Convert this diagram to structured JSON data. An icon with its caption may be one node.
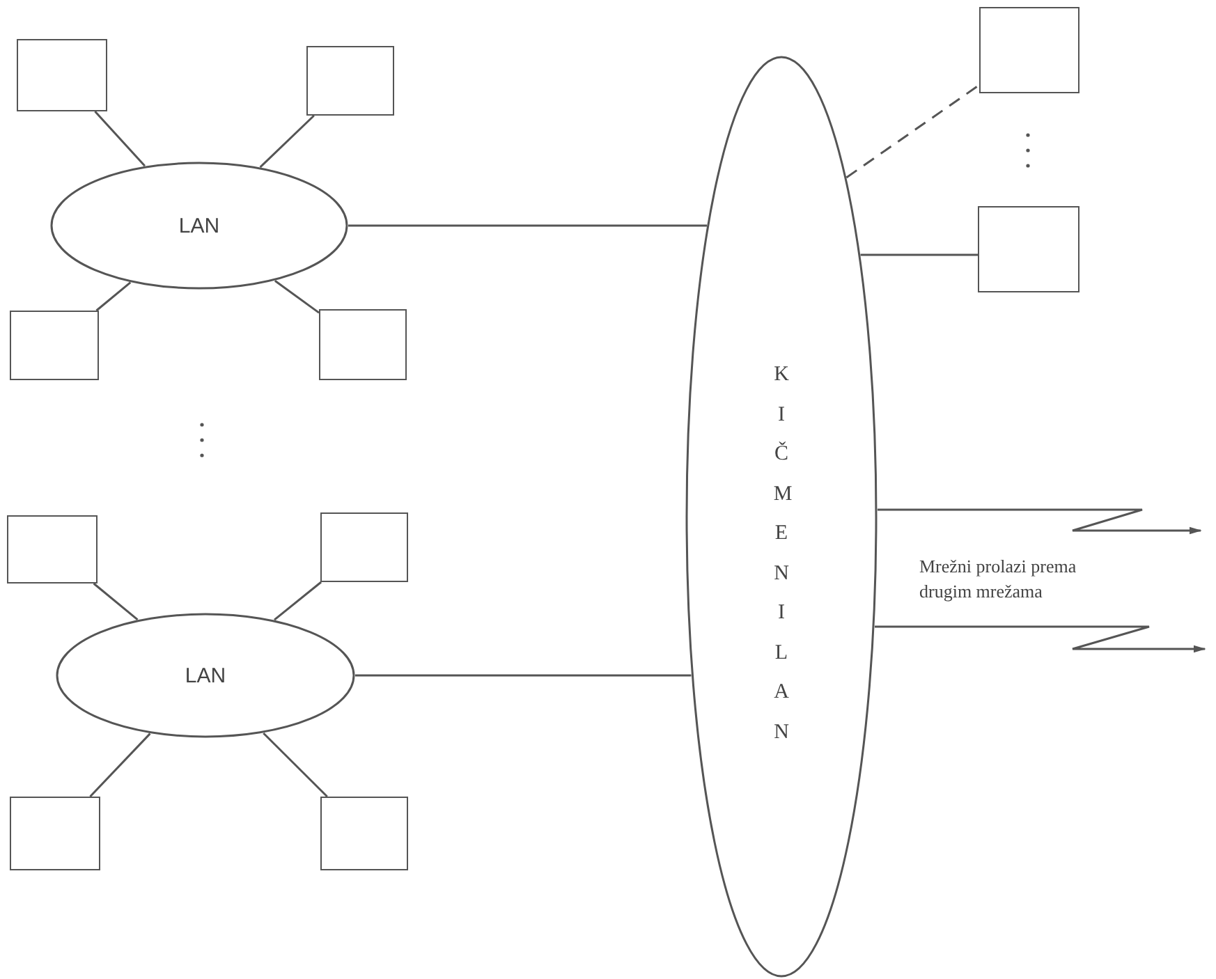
{
  "diagram": {
    "nodes": [
      {
        "text": [],
        "shape": "box"
      },
      {
        "text": [],
        "shape": "box"
      },
      {
        "text": [
          "LAN"
        ]
      },
      {
        "text": [],
        "shape": "box"
      },
      {
        "text": [],
        "shape": "box"
      },
      {
        "text": [],
        "shape": "box"
      },
      {
        "text": [],
        "shape": "box"
      },
      {
        "text": [
          "LAN"
        ]
      },
      {
        "text": [],
        "shape": "box"
      },
      {
        "text": [],
        "shape": "box"
      },
      {
        "text": [
          "KIČMENI LAN"
        ]
      },
      {
        "text": [],
        "shape": "box"
      },
      {
        "text": [],
        "shape": "box"
      }
    ],
    "edges": [
      {
        "from": 0,
        "to": 2,
        "arrow": "none"
      },
      {
        "from": 1,
        "to": 2,
        "arrow": "none"
      },
      {
        "from": 3,
        "to": 2,
        "arrow": "none"
      },
      {
        "from": 4,
        "to": 2,
        "arrow": "none"
      },
      {
        "from": 5,
        "to": 7,
        "arrow": "none"
      },
      {
        "from": 6,
        "to": 7,
        "arrow": "none"
      },
      {
        "from": 8,
        "to": 7,
        "arrow": "none"
      },
      {
        "from": 9,
        "to": 7,
        "arrow": "none"
      },
      {
        "from": 2,
        "to": 10,
        "arrow": "none"
      },
      {
        "from": 7,
        "to": 10,
        "arrow": "none"
      },
      {
        "from": 10,
        "to": 11,
        "arrow": "none",
        "style": "dashed"
      },
      {
        "from": 10,
        "to": 12,
        "arrow": "none"
      },
      {
        "from": 10,
        "to": null,
        "arrow": "to"
      },
      {
        "from": 10,
        "to": null,
        "arrow": "to"
      }
    ],
    "labels": [
      "Mrežni prolazi prema drugim mrežama"
    ]
  }
}
